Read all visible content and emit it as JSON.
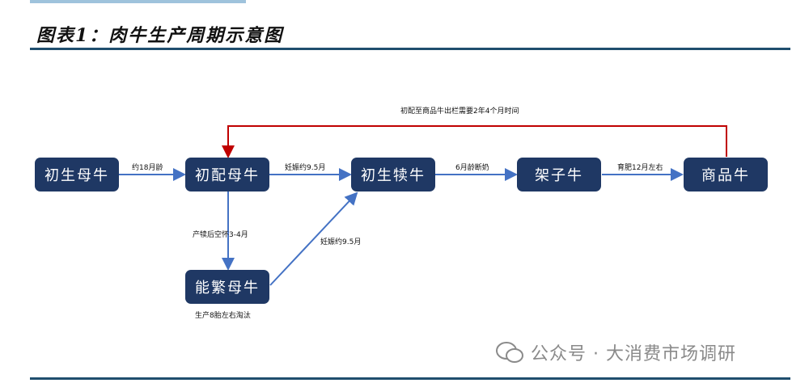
{
  "title": "图表1：肉牛生产周期示意图",
  "nodes": {
    "n1": "初生母牛",
    "n2": "初配母牛",
    "n3": "初生犊牛",
    "n4": "架子牛",
    "n5": "商品牛",
    "n6": "能繁母牛"
  },
  "edges": {
    "e1": "约18月龄",
    "e2": "妊娠约9.5月",
    "e3": "6月龄断奶",
    "e4": "育肥12月左右",
    "e5": "产犊后空怀3-4月",
    "e6": "妊娠约9.5月",
    "top": "初配至商品牛出栏需要2年4个月时间"
  },
  "notes": {
    "cull": "生产8胎左右淘汰"
  },
  "watermark": "公众号 · 大消费市场调研",
  "colors": {
    "node": "#1f3864",
    "arrow": "#4472c4",
    "highlight": "#c00000"
  }
}
